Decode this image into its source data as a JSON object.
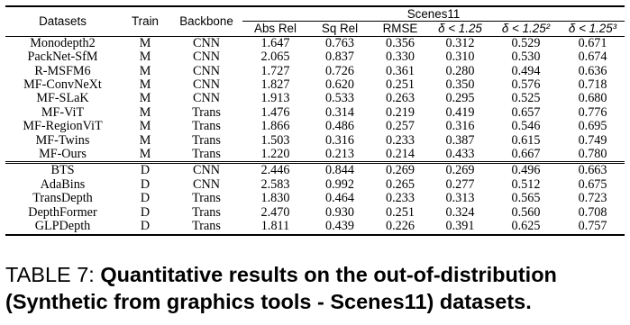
{
  "table": {
    "header": {
      "datasets": "Datasets",
      "train": "Train",
      "backbone": "Backbone",
      "group": "Scenes11",
      "metrics": [
        "Abs Rel",
        "Sq Rel",
        "RMSE",
        "δ < 1.25",
        "δ < 1.25²",
        "δ < 1.25³"
      ]
    },
    "group_a": [
      {
        "name": "Monodepth2",
        "train": "M",
        "backbone": "CNN",
        "vals": [
          "1.647",
          "0.763",
          "0.356",
          "0.312",
          "0.529",
          "0.671"
        ],
        "bold": [
          false,
          false,
          false,
          false,
          false,
          false
        ]
      },
      {
        "name": "PackNet-SfM",
        "train": "M",
        "backbone": "CNN",
        "vals": [
          "2.065",
          "0.837",
          "0.330",
          "0.310",
          "0.530",
          "0.674"
        ],
        "bold": [
          false,
          false,
          false,
          false,
          false,
          false
        ]
      },
      {
        "name": "R-MSFM6",
        "train": "M",
        "backbone": "CNN",
        "vals": [
          "1.727",
          "0.726",
          "0.361",
          "0.280",
          "0.494",
          "0.636"
        ],
        "bold": [
          false,
          false,
          false,
          false,
          false,
          false
        ]
      },
      {
        "name": "MF-ConvNeXt",
        "train": "M",
        "backbone": "CNN",
        "vals": [
          "1.827",
          "0.620",
          "0.251",
          "0.350",
          "0.576",
          "0.718"
        ],
        "bold": [
          false,
          false,
          false,
          false,
          false,
          false
        ]
      },
      {
        "name": "MF-SLaK",
        "train": "M",
        "backbone": "CNN",
        "vals": [
          "1.913",
          "0.533",
          "0.263",
          "0.295",
          "0.525",
          "0.680"
        ],
        "bold": [
          false,
          false,
          false,
          false,
          false,
          false
        ]
      },
      {
        "name": "MF-ViT",
        "train": "M",
        "backbone": "Trans",
        "vals": [
          "1.476",
          "0.314",
          "0.219",
          "0.419",
          "0.657",
          "0.776"
        ],
        "bold": [
          false,
          false,
          false,
          false,
          false,
          false
        ]
      },
      {
        "name": "MF-RegionViT",
        "train": "M",
        "backbone": "Trans",
        "vals": [
          "1.866",
          "0.486",
          "0.257",
          "0.316",
          "0.546",
          "0.695"
        ],
        "bold": [
          false,
          false,
          false,
          false,
          false,
          false
        ]
      },
      {
        "name": "MF-Twins",
        "train": "M",
        "backbone": "Trans",
        "vals": [
          "1.503",
          "0.316",
          "0.233",
          "0.387",
          "0.615",
          "0.749"
        ],
        "bold": [
          false,
          false,
          false,
          false,
          false,
          false
        ]
      },
      {
        "name": "MF-Ours",
        "train": "M",
        "backbone": "Trans",
        "vals": [
          "1.220",
          "0.213",
          "0.214",
          "0.433",
          "0.667",
          "0.780"
        ],
        "bold": [
          true,
          true,
          true,
          true,
          true,
          true
        ]
      }
    ],
    "group_b": [
      {
        "name": "BTS",
        "train": "D",
        "backbone": "CNN",
        "vals": [
          "2.446",
          "0.844",
          "0.269",
          "0.269",
          "0.496",
          "0.663"
        ],
        "bold": [
          false,
          false,
          false,
          false,
          false,
          false
        ]
      },
      {
        "name": "AdaBins",
        "train": "D",
        "backbone": "CNN",
        "vals": [
          "2.583",
          "0.992",
          "0.265",
          "0.277",
          "0.512",
          "0.675"
        ],
        "bold": [
          false,
          false,
          false,
          false,
          false,
          false
        ]
      },
      {
        "name": "TransDepth",
        "train": "D",
        "backbone": "Trans",
        "vals": [
          "1.830",
          "0.464",
          "0.233",
          "0.313",
          "0.565",
          "0.723"
        ],
        "bold": [
          false,
          false,
          false,
          false,
          false,
          false
        ]
      },
      {
        "name": "DepthFormer",
        "train": "D",
        "backbone": "Trans",
        "vals": [
          "2.470",
          "0.930",
          "0.251",
          "0.324",
          "0.560",
          "0.708"
        ],
        "bold": [
          false,
          false,
          false,
          false,
          false,
          false
        ]
      },
      {
        "name": "GLPDepth",
        "train": "D",
        "backbone": "Trans",
        "vals": [
          "1.811",
          "0.439",
          "0.226",
          "0.391",
          "0.625",
          "0.757"
        ],
        "bold": [
          true,
          true,
          true,
          true,
          true,
          true
        ]
      }
    ]
  },
  "caption": {
    "label": "TABLE 7:",
    "title": "Quantitative results on the out-of-distribution (Synthetic from graphics tools - Scenes11) datasets."
  }
}
